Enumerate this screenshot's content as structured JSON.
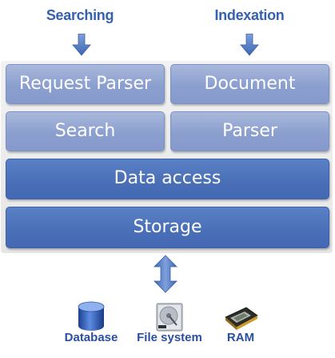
{
  "headings": {
    "left": "Searching",
    "right": "Indexation"
  },
  "layers": {
    "request_parser": "Request Parser",
    "document": "Document",
    "search": "Search",
    "parser": "Parser",
    "data_access": "Data access",
    "storage": "Storage"
  },
  "storage_targets": [
    {
      "label": "Database",
      "icon": "database-icon"
    },
    {
      "label": "File system",
      "icon": "hard-drive-icon"
    },
    {
      "label": "RAM",
      "icon": "memory-chip-icon"
    }
  ],
  "colors": {
    "heading": "#3561b3",
    "light_box": "#8b9fcf",
    "dark_box": "#4a70b8",
    "arrow": "#4f79c4",
    "icon_label": "#2a4f9f"
  }
}
